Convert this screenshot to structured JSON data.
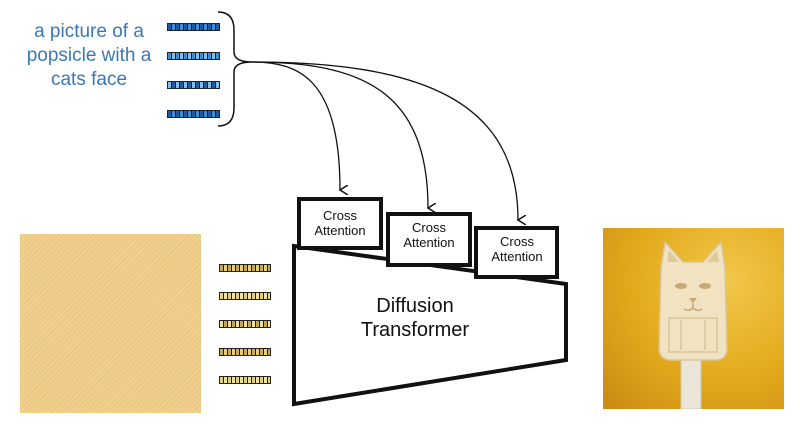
{
  "prompt": {
    "lines": [
      "a picture of a",
      "popsicle with a",
      "cats face"
    ],
    "color": "#3a78b5"
  },
  "text_tokens": {
    "count": 4,
    "colors": [
      "#1e5aa8",
      "#3f8fd6",
      "#7fbde8"
    ]
  },
  "image_tokens": {
    "count": 5,
    "colors": [
      "#c8a850",
      "#e6d070",
      "#f0e2a0"
    ]
  },
  "cross_attention_blocks": [
    {
      "line1": "Cross",
      "line2": "Attention"
    },
    {
      "line1": "Cross",
      "line2": "Attention"
    },
    {
      "line1": "Cross",
      "line2": "Attention"
    }
  ],
  "transformer": {
    "line1": "Diffusion",
    "line2": "Transformer"
  },
  "input_image": {
    "description_icon": "noise-image"
  },
  "output_image": {
    "description_icon": "cat-popsicle-image"
  }
}
